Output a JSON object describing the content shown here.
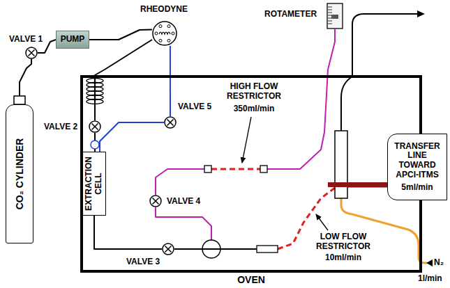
{
  "diagram": {
    "nodes": [
      {
        "text": [
          "CO₂ CYLINDER"
        ]
      },
      {
        "text": [
          "VALVE 1"
        ]
      },
      {
        "text": [
          "PUMP"
        ]
      },
      {
        "text": [
          "RHEODYNE"
        ]
      },
      {
        "text": [
          "ROTAMETER"
        ]
      },
      {
        "text": [
          "OVEN"
        ]
      },
      {
        "text": [
          "VALVE 2"
        ],
        "in": 5
      },
      {
        "text": [
          "VALVE 5"
        ],
        "in": 5
      },
      {
        "text": [
          "EXTRACTION CELL"
        ],
        "in": 5
      },
      {
        "text": [
          "VALVE 4"
        ],
        "in": 5
      },
      {
        "text": [
          "VALVE 3"
        ],
        "in": 5
      },
      {
        "text": [
          "TRANSFER LINE TOWARD APCI-ITMS",
          "5ml/min"
        ]
      }
    ],
    "edges": [
      {
        "from": 0,
        "to": 1,
        "arrow": "none"
      },
      {
        "from": 1,
        "to": 2,
        "arrow": "none"
      },
      {
        "from": 2,
        "to": 3,
        "arrow": "none"
      },
      {
        "from": 3,
        "to": 6,
        "arrow": "none"
      },
      {
        "from": 6,
        "to": 8,
        "arrow": "none"
      },
      {
        "from": 3,
        "to": 7,
        "arrow": "none"
      },
      {
        "from": 7,
        "to": 8,
        "arrow": "none"
      },
      {
        "from": 8,
        "to": 10,
        "arrow": "none"
      },
      {
        "from": 10,
        "to": 9,
        "arrow": "none"
      },
      {
        "from": 9,
        "to": 4,
        "arrow": "none"
      },
      {
        "from": 10,
        "to": 11,
        "arrow": "none"
      }
    ],
    "labels": [
      "HIGH FLOW RESTRICTOR",
      "350ml/min",
      "LOW FLOW RESTRICTOR",
      "10ml/min",
      "N₂",
      "1l/min"
    ]
  }
}
